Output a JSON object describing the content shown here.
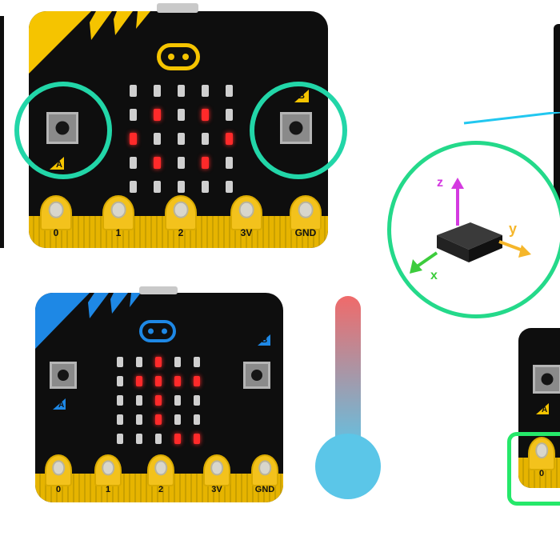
{
  "colors": {
    "board_top_accent": "#f5c400",
    "board_bottom_accent": "#1e88e5",
    "led_on": "#ff2a2a",
    "led_off": "#cfcfcf",
    "ring_gradient": [
      "#21c7f0",
      "#25e86a"
    ],
    "thermometer_top": "#f06a6a",
    "thermometer_bottom": "#5bc6e8",
    "axis_z": "#d43ae0",
    "axis_y": "#f5b62a",
    "axis_x": "#3ccc3c"
  },
  "board_top": {
    "buttons": {
      "a": "A",
      "b": "B"
    },
    "pins": [
      "0",
      "1",
      "2",
      "3V",
      "GND"
    ],
    "led_rows": [
      [
        0,
        0,
        0,
        0,
        0
      ],
      [
        0,
        1,
        0,
        1,
        0
      ],
      [
        1,
        0,
        0,
        0,
        1
      ],
      [
        0,
        1,
        0,
        1,
        0
      ],
      [
        0,
        0,
        0,
        0,
        0
      ]
    ],
    "icons": [
      "logo-icon",
      "button-a",
      "button-b"
    ]
  },
  "board_bottom": {
    "buttons": {
      "a": "A",
      "b": "B"
    },
    "pins": [
      "0",
      "1",
      "2",
      "3V",
      "GND"
    ],
    "led_rows": [
      [
        0,
        0,
        1,
        0,
        0
      ],
      [
        0,
        1,
        1,
        1,
        1
      ],
      [
        0,
        0,
        1,
        0,
        0
      ],
      [
        0,
        0,
        1,
        0,
        0
      ],
      [
        0,
        0,
        0,
        1,
        1
      ]
    ]
  },
  "accelerometer": {
    "axes": {
      "z": "z",
      "y": "y",
      "x": "x"
    }
  },
  "board_partial": {
    "button": "A",
    "pin": "0"
  }
}
